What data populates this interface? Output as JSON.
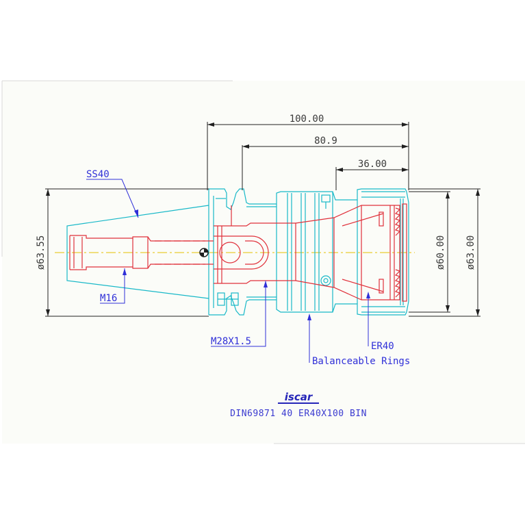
{
  "dimensions": {
    "overall_length": "100.00",
    "length_80": "80.9",
    "length_36": "36.00",
    "dia_flange": "ø63.55",
    "dia_body": "ø60.00",
    "dia_nut": "ø63.00"
  },
  "callouts": {
    "taper": "SS40",
    "thread_m16": "M16",
    "thread_m28": "M28X1.5",
    "collet": "ER40",
    "rings": "Balanceable Rings"
  },
  "brand": {
    "logo_text": "iscar"
  },
  "caption": "DIN69871 40 ER40X100 BIN",
  "colors": {
    "outline": "#17b8c8",
    "hidden": "#e0303a",
    "dimension": "#202020",
    "label": "#2f2fd8",
    "axis": "#e6c000"
  }
}
